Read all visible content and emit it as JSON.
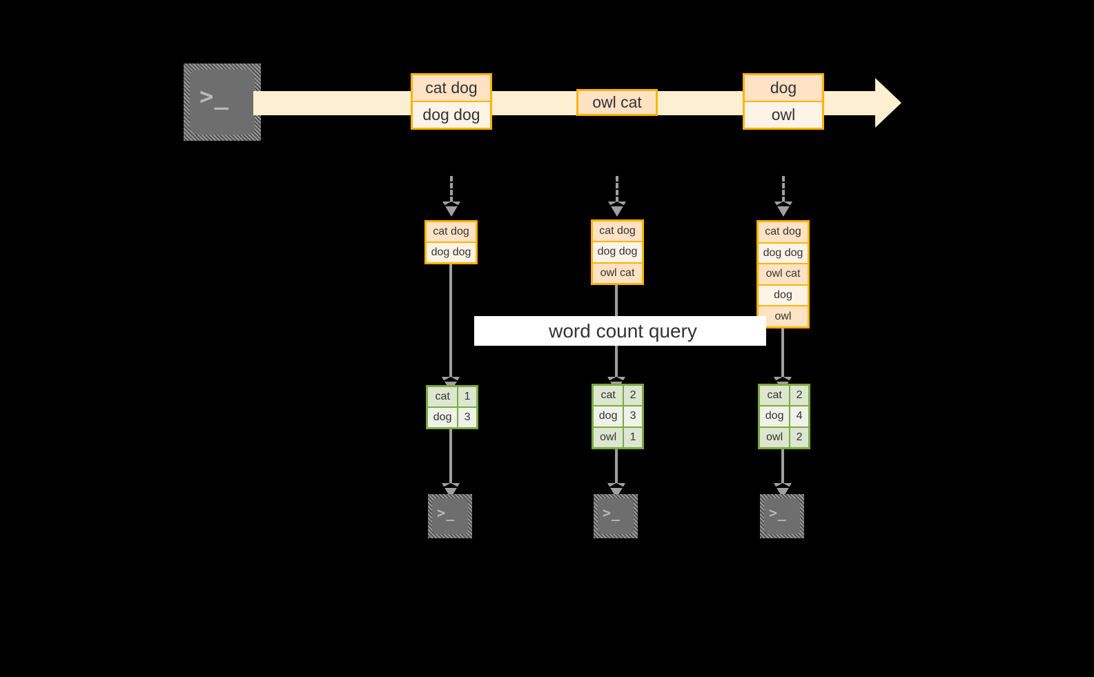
{
  "diagram": {
    "title_label": "word count query",
    "colors": {
      "background": "#000000",
      "log_band": "#fcefd2",
      "message_border": "#ffb300",
      "message_fill_dark": "#fde2c4",
      "message_fill_light": "#fdf3e7",
      "table_border": "#7cab40",
      "table_fill_dark": "#dde6d0",
      "table_fill_light": "#eef2e8",
      "connector": "#a0a0a0",
      "terminal_fill": "#6e6e6e",
      "label_band": "#ffffff"
    }
  },
  "producer": {
    "icon": "terminal-icon",
    "prompt_glyph": ">_"
  },
  "log": {
    "icon": "right-arrow",
    "messages": [
      {
        "name": "message-group-1",
        "lines": [
          "cat dog",
          "dog dog"
        ]
      },
      {
        "name": "message-group-2",
        "lines": [
          "owl cat"
        ]
      },
      {
        "name": "message-group-3",
        "lines": [
          "dog",
          "owl"
        ]
      }
    ]
  },
  "snapshots": [
    {
      "name": "snapshot-1",
      "lines": [
        "cat dog",
        "dog dog"
      ],
      "counts": [
        {
          "word": "cat",
          "count": "1"
        },
        {
          "word": "dog",
          "count": "3"
        }
      ],
      "consumer_icon": "terminal-icon",
      "consumer_prompt": ">_"
    },
    {
      "name": "snapshot-2",
      "lines": [
        "cat dog",
        "dog dog",
        "owl cat"
      ],
      "counts": [
        {
          "word": "cat",
          "count": "2"
        },
        {
          "word": "dog",
          "count": "3"
        },
        {
          "word": "owl",
          "count": "1"
        }
      ],
      "consumer_icon": "terminal-icon",
      "consumer_prompt": ">_"
    },
    {
      "name": "snapshot-3",
      "lines": [
        "cat dog",
        "dog dog",
        "owl cat",
        "dog",
        "owl"
      ],
      "counts": [
        {
          "word": "cat",
          "count": "2"
        },
        {
          "word": "dog",
          "count": "4"
        },
        {
          "word": "owl",
          "count": "2"
        }
      ],
      "consumer_icon": "terminal-icon",
      "consumer_prompt": ">_"
    }
  ]
}
